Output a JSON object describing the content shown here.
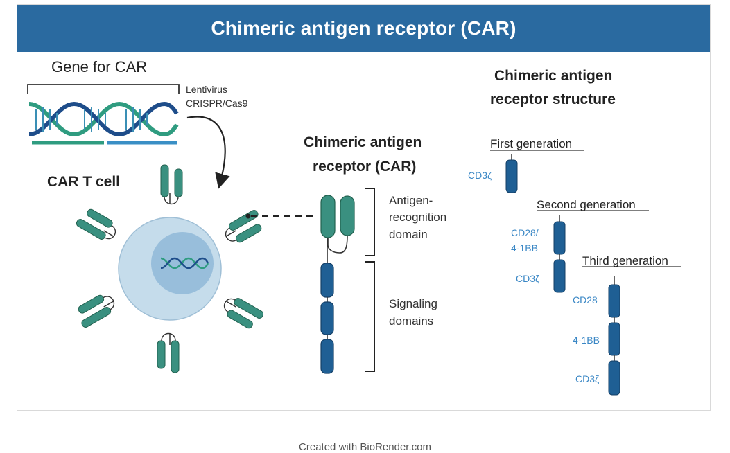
{
  "banner": {
    "title": "Chimeric antigen receptor (CAR)"
  },
  "gene": {
    "title": "Gene for CAR",
    "vectors": [
      "Lentivirus",
      "CRISPR/Cas9"
    ]
  },
  "cell": {
    "title": "CAR T cell"
  },
  "car": {
    "title_line1": "Chimeric antigen",
    "title_line2": "receptor (CAR)",
    "antigen_domain": [
      "Antigen-",
      "recognition",
      "domain"
    ],
    "signaling_domain": [
      "Signaling",
      "domains"
    ]
  },
  "structure": {
    "title_line1": "Chimeric antigen",
    "title_line2": "receptor structure",
    "first": {
      "label": "First generation",
      "domains": [
        "CD3ζ"
      ]
    },
    "second": {
      "label": "Second generation",
      "domains": [
        "CD28/",
        "4-1BB",
        "CD3ζ"
      ]
    },
    "third": {
      "label": "Third generation",
      "domains": [
        "CD28",
        "4-1BB",
        "CD3ζ"
      ]
    }
  },
  "footer": {
    "caption": "Created with BioRender.com"
  },
  "colors": {
    "banner": "#2a6aa0",
    "teal": "#3a9080",
    "dark_blue": "#1f5f94",
    "cell_outer": "#c5dceb",
    "cell_nucleus": "#98bedb",
    "label_blue": "#3a87c5"
  }
}
